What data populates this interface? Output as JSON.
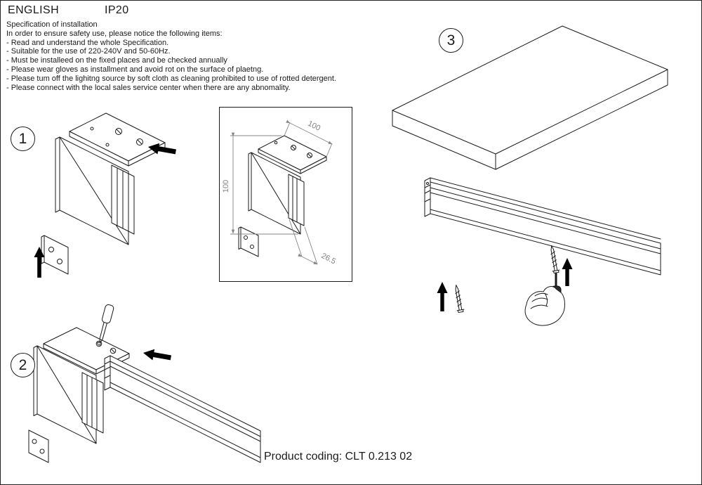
{
  "page": {
    "language": "ENGLISH",
    "ip_rating": "IP20"
  },
  "spec": {
    "title": "Specification of installation",
    "intro": "In order to ensure safety use, please notice the following items:",
    "items": [
      "- Read and understand the whole Specification.",
      "- Suitable for the use of 220-240V and 50-60Hz.",
      "- Must be installeed on the fixed places and be checked annually",
      "- Please wear gloves as installment and avoid rot on the surface of plaetng.",
      "- Please tum off the lighitng source by soft cloth as cleaning prohibited to use of rotted detergent.",
      "- Please connect with the local sales service center when there are any abnomality."
    ]
  },
  "steps": [
    {
      "number": "1"
    },
    {
      "number": "2"
    },
    {
      "number": "3"
    }
  ],
  "dimensions": {
    "top_width": "100",
    "side_height": "100",
    "bottom_depth": "26.5"
  },
  "footer": {
    "product_coding": "Product coding: CLT 0.213 02"
  },
  "colors": {
    "ink": "#1a1a1a",
    "dimension_gray": "#858585",
    "background": "#ffffff"
  }
}
